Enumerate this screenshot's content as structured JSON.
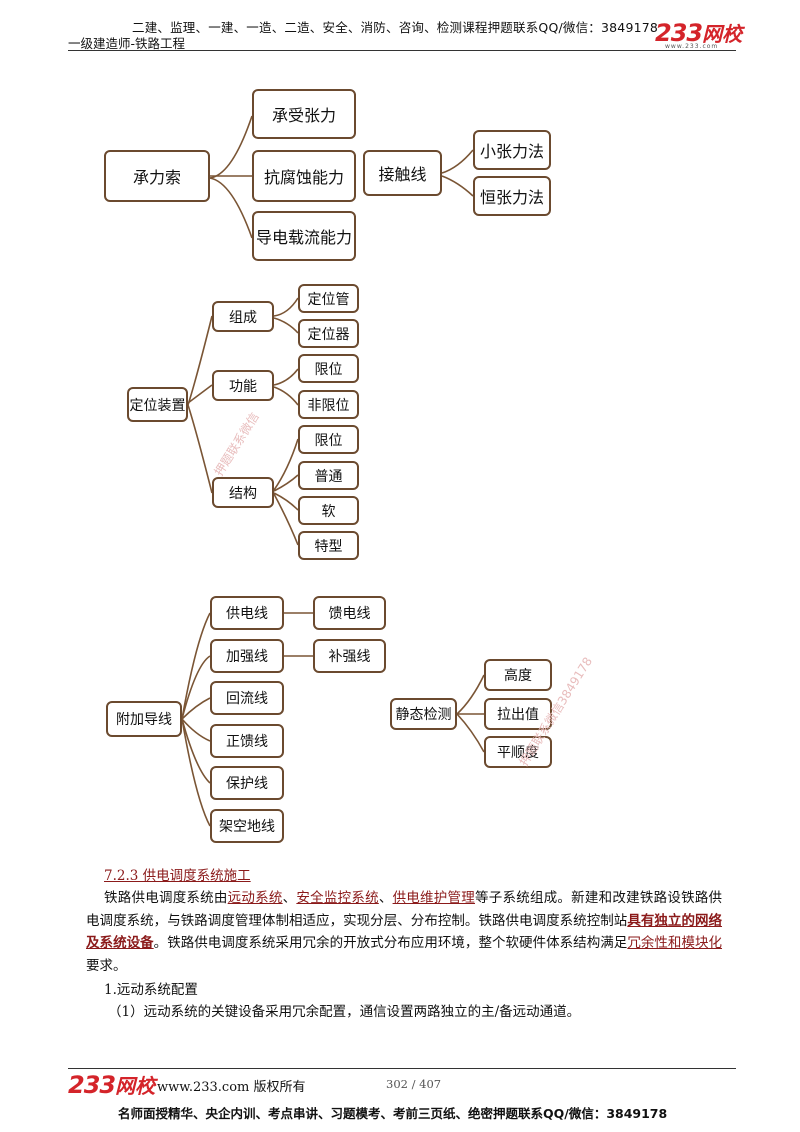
{
  "header": {
    "ad_text": "二建、监理、一建、一造、二造、安全、消防、咨询、检测课程押题联系QQ/微信：3849178",
    "subtitle": "一级建造师-铁路工程",
    "logo_number": "233",
    "logo_text": "网校",
    "logo_url": "www.233.com"
  },
  "diagram1": {
    "root": "承力索",
    "mid": [
      "承受张力",
      "抗腐蚀能力",
      "导电载流能力"
    ],
    "node": "接触线",
    "leaves": [
      "小张力法",
      "恒张力法"
    ]
  },
  "diagram2": {
    "root": "定位装置",
    "groups": [
      {
        "label": "组成",
        "leaves": [
          "定位管",
          "定位器"
        ]
      },
      {
        "label": "功能",
        "leaves": [
          "限位",
          "非限位"
        ]
      },
      {
        "label": "结构",
        "leaves": [
          "限位",
          "普通",
          "软",
          "特型"
        ]
      }
    ]
  },
  "diagram3": {
    "root": "附加导线",
    "items": [
      "供电线",
      "加强线",
      "回流线",
      "正馈线",
      "保护线",
      "架空地线"
    ],
    "sub": [
      "馈电线",
      "补强线"
    ]
  },
  "diagram4": {
    "root": "静态检测",
    "leaves": [
      "高度",
      "拉出值",
      "平顺度"
    ]
  },
  "watermark": {
    "text1": "押题联系微信",
    "text2": "押题联系微信3849178"
  },
  "section": {
    "title": "7.2.3 供电调度系统施工",
    "p_a": "铁路供电调度系统由",
    "p_hl1": "远动系统",
    "p_sep1": "、",
    "p_hl2": "安全监控系统",
    "p_sep2": "、",
    "p_hl3": "供电维护管理",
    "p_b": "等子系统组成。新建和改建铁路设铁路供电调度系统，与铁路调度管理体制相适应，实现分层、分布控制。铁路供电调度系统控制站",
    "p_hl4": "具有独立的网络及系统设备",
    "p_c": "。铁路供电调度系统采用冗余的开放式分布应用环境，整个软硬件体系结构满足",
    "p_hl5": "冗余性和模块化",
    "p_d": "要求。",
    "line1": "1.远动系统配置",
    "line2": "（1）远动系统的关键设备采用冗余配置，通信设置两路独立的主/备远动通道。"
  },
  "footer": {
    "copyright": "www.233.com 版权所有",
    "page": "302 / 407",
    "ad_text": "名师面授精华、央企内训、考点串讲、习题模考、考前三页纸、绝密押题联系QQ/微信：3849178"
  }
}
